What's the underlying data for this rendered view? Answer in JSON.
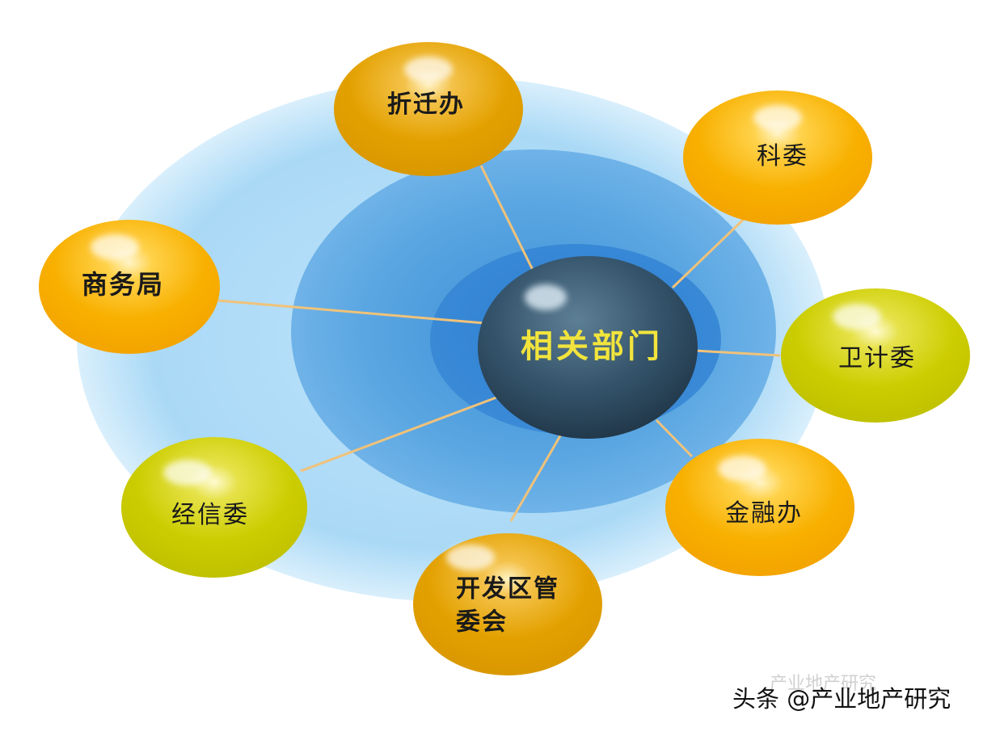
{
  "center": {
    "label": "相关部门"
  },
  "nodes": [
    {
      "id": "chaiqianban",
      "label": "折迁办",
      "bold": true,
      "tone": "gold"
    },
    {
      "id": "kewei",
      "label": "科委",
      "bold": false,
      "tone": "orange"
    },
    {
      "id": "shangwuju",
      "label": "商务局",
      "bold": true,
      "tone": "orange"
    },
    {
      "id": "weijiwei",
      "label": "卫计委",
      "bold": false,
      "tone": "olive"
    },
    {
      "id": "jingxinwei",
      "label": "经信委",
      "bold": false,
      "tone": "olive"
    },
    {
      "id": "jinrongban",
      "label": "金融办",
      "bold": false,
      "tone": "orange"
    },
    {
      "id": "kaifaqu",
      "label_line1": "开发区管",
      "label_line2": "委会",
      "bold": true,
      "tone": "gold"
    }
  ],
  "watermark": {
    "text": "头条 @产业地产研究",
    "faint_text": "产业地产研究"
  },
  "colors": {
    "center_text": "#f2e43c",
    "orange": "#f7a800",
    "gold": "#e8a500",
    "olive": "#cfd000",
    "line": "#f0c27a"
  }
}
